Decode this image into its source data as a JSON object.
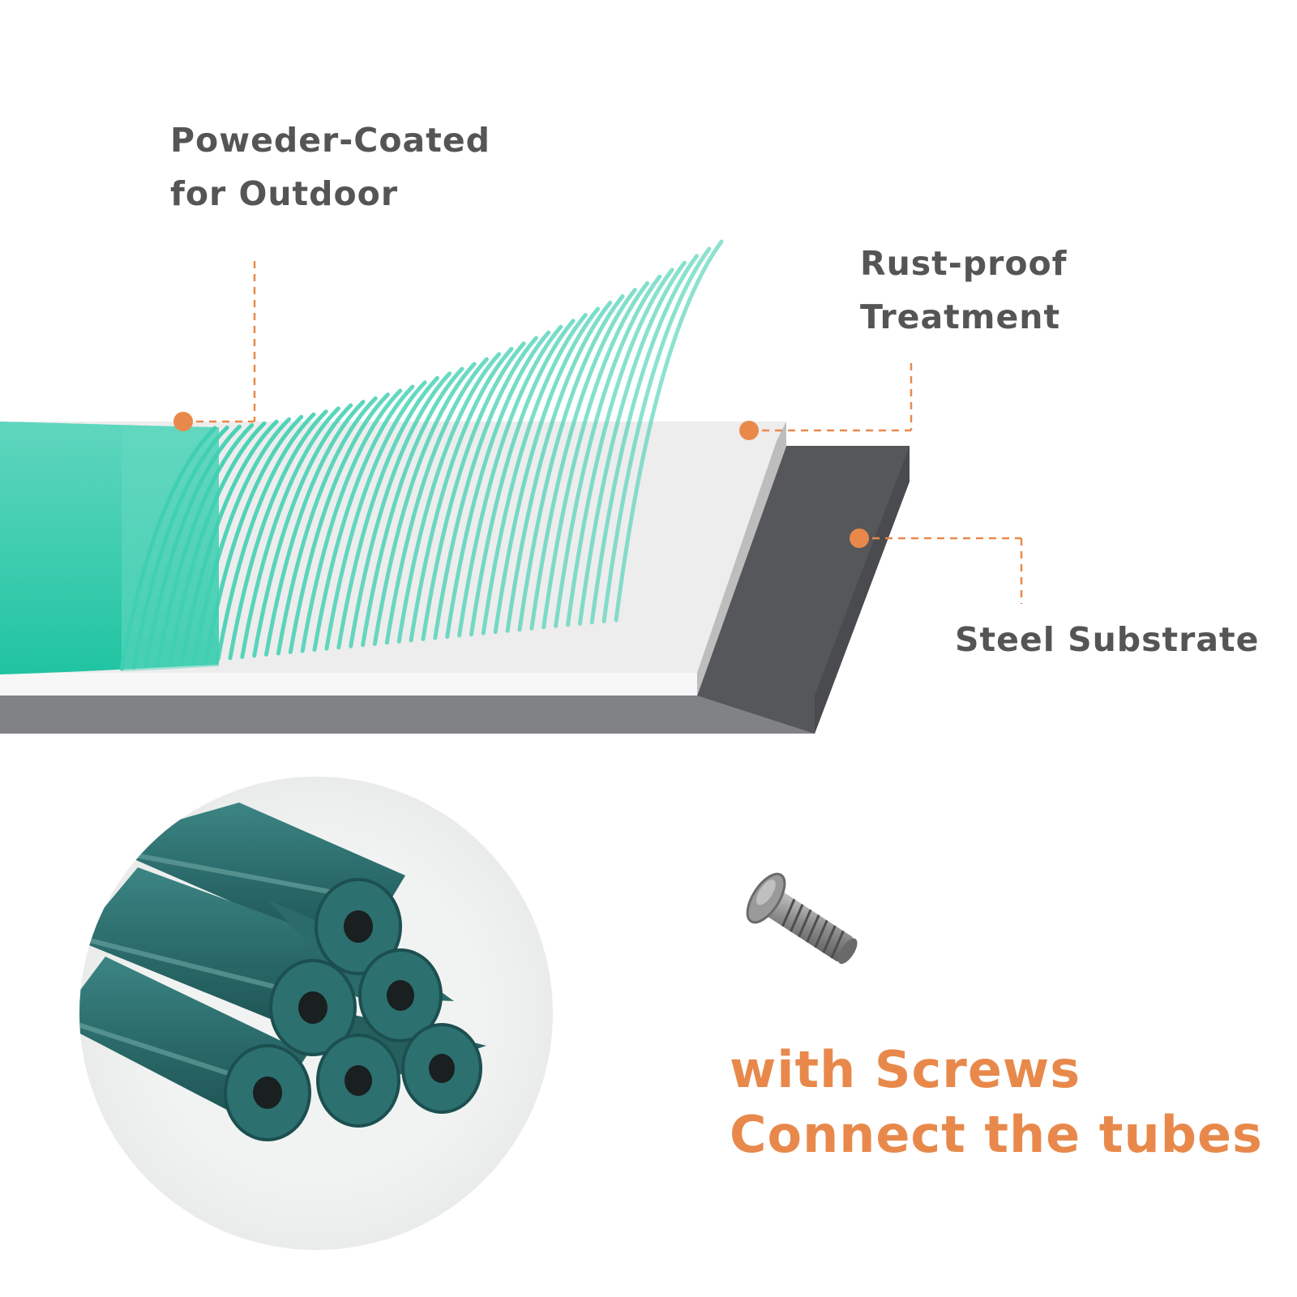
{
  "colors": {
    "accent": "#e8894b",
    "label_text": "#555555",
    "coating_green": "#2ec9a9",
    "steel_dark": "#555659",
    "steel_grey": "#808183",
    "treatment_white": "#eeeeee",
    "tube_teal": "#2c6e6e"
  },
  "callouts": {
    "powder_coated": {
      "line1": "Poweder-Coated",
      "line2": "for Outdoor"
    },
    "rust_proof": {
      "line1": "Rust-proof",
      "line2": "Treatment"
    },
    "steel_substrate": {
      "line1": "Steel Substrate"
    }
  },
  "screws_caption": {
    "line1": "with Screws",
    "line2": "Connect the tubes"
  },
  "icons": [
    "screw-icon",
    "tube-bundle-image",
    "layer-diagram"
  ]
}
